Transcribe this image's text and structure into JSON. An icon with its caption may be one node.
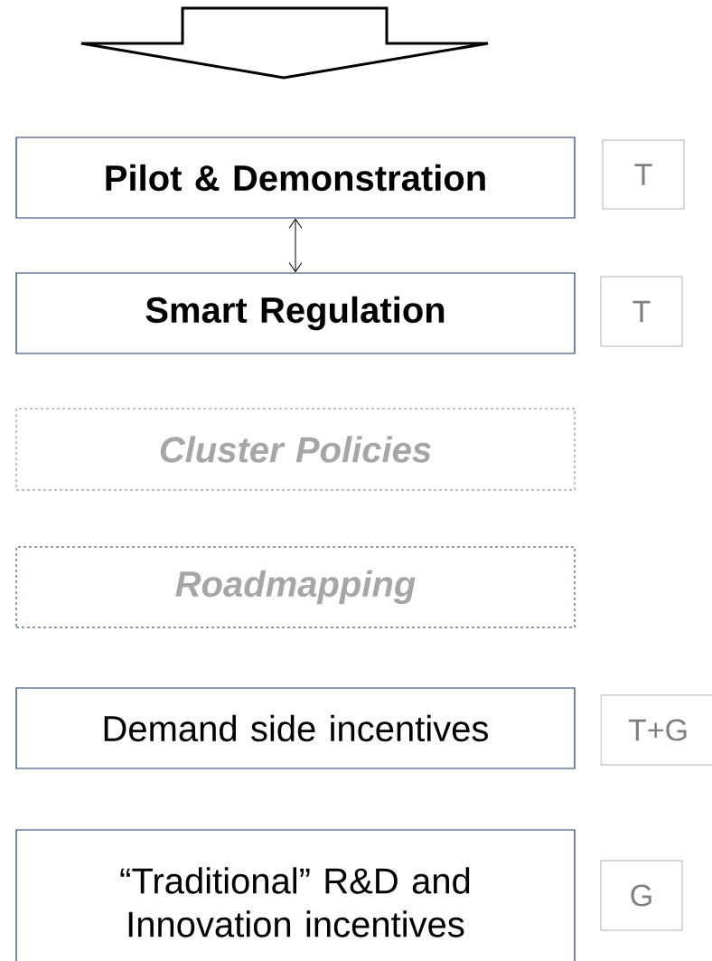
{
  "diagram": {
    "nodes": [
      {
        "text": [
          "Pilot & Demonstration"
        ]
      },
      {
        "text": [
          "T"
        ]
      },
      {
        "text": [
          "Smart Regulation"
        ]
      },
      {
        "text": [
          "T"
        ]
      },
      {
        "text": [
          "Cluster Policies"
        ]
      },
      {
        "text": [
          "Roadmapping"
        ]
      },
      {
        "text": [
          "Demand side incentives"
        ]
      },
      {
        "text": [
          "T+G"
        ]
      },
      {
        "text": [
          "“Traditional” R&D and Innovation incentives"
        ]
      },
      {
        "text": [
          "G"
        ]
      }
    ],
    "edges": [
      {
        "from": 0,
        "to": 2,
        "arrow": "both"
      }
    ]
  }
}
